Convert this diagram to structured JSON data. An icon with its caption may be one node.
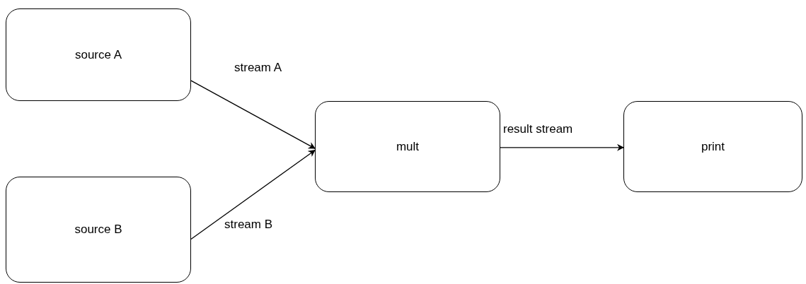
{
  "diagram": {
    "nodes": [
      {
        "text": [
          "source A"
        ]
      },
      {
        "text": [
          "source B"
        ]
      },
      {
        "text": [
          "mult"
        ]
      },
      {
        "text": [
          "print"
        ]
      }
    ],
    "edges": [
      {
        "from": 0,
        "to": 2,
        "arrow": "to",
        "label": "stream A"
      },
      {
        "from": 1,
        "to": 2,
        "arrow": "to",
        "label": "stream B"
      },
      {
        "from": 2,
        "to": 3,
        "arrow": "to",
        "label": "result stream"
      }
    ]
  }
}
